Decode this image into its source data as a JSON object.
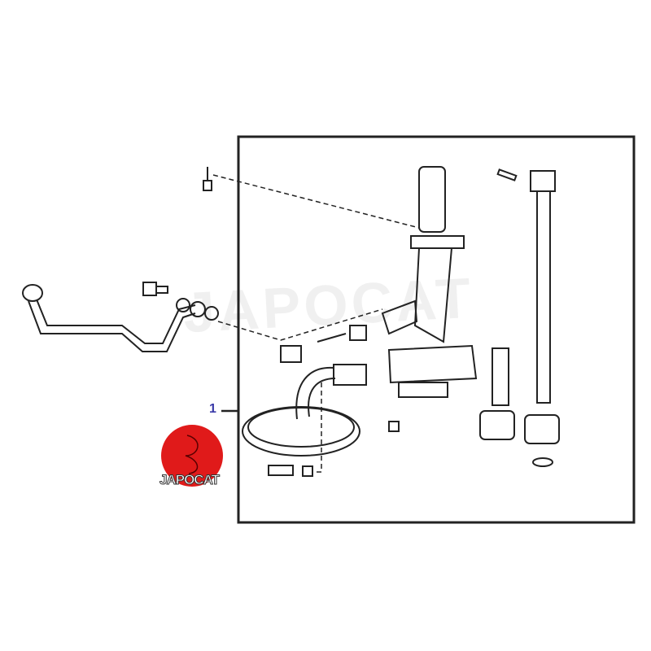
{
  "callout": {
    "number": "1"
  },
  "logo": {
    "text": "JAPOCAT",
    "color": "#e01a1a"
  },
  "watermark": "JAPOCAT"
}
